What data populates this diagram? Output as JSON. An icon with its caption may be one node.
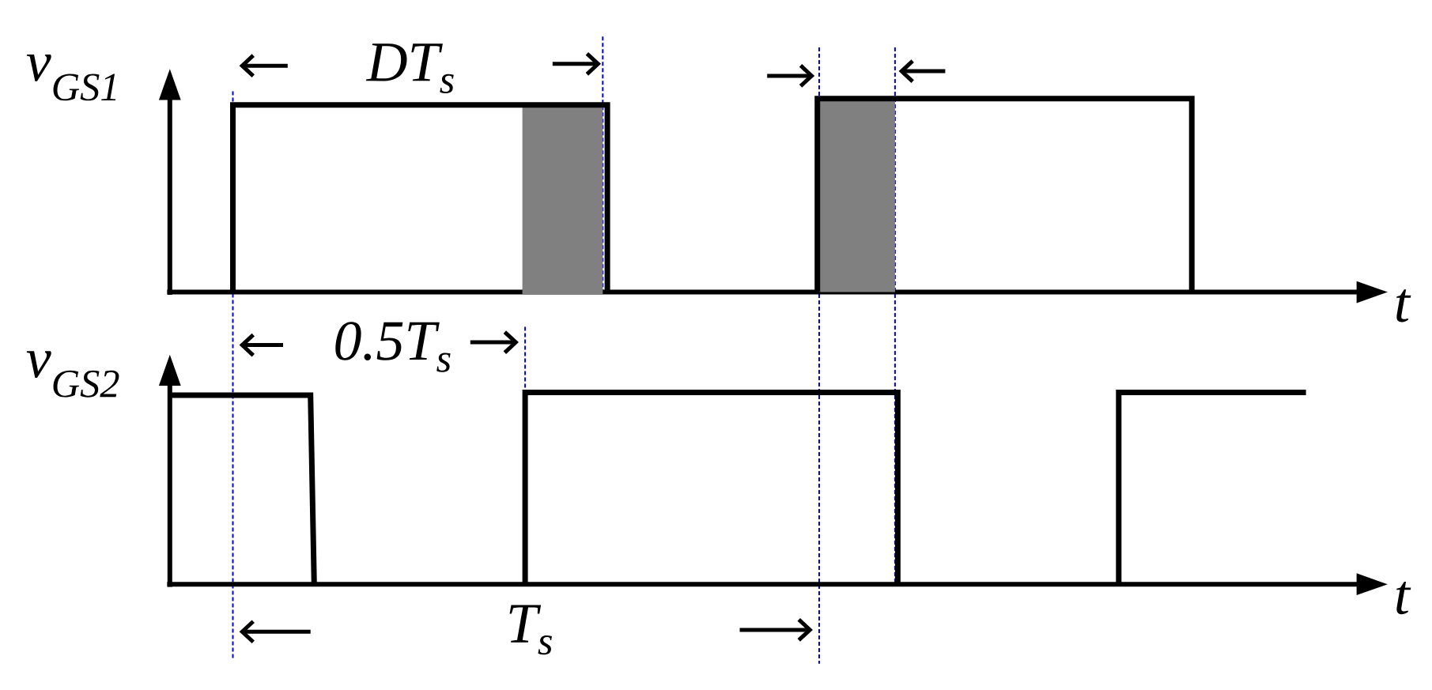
{
  "diagram": {
    "labels": [
      "v$_{GS1}$",
      "DT$_{s}$",
      "t",
      "v$_{GS2}$",
      "0.5T$_{s}$",
      "t",
      "T$_{s}$"
    ]
  }
}
